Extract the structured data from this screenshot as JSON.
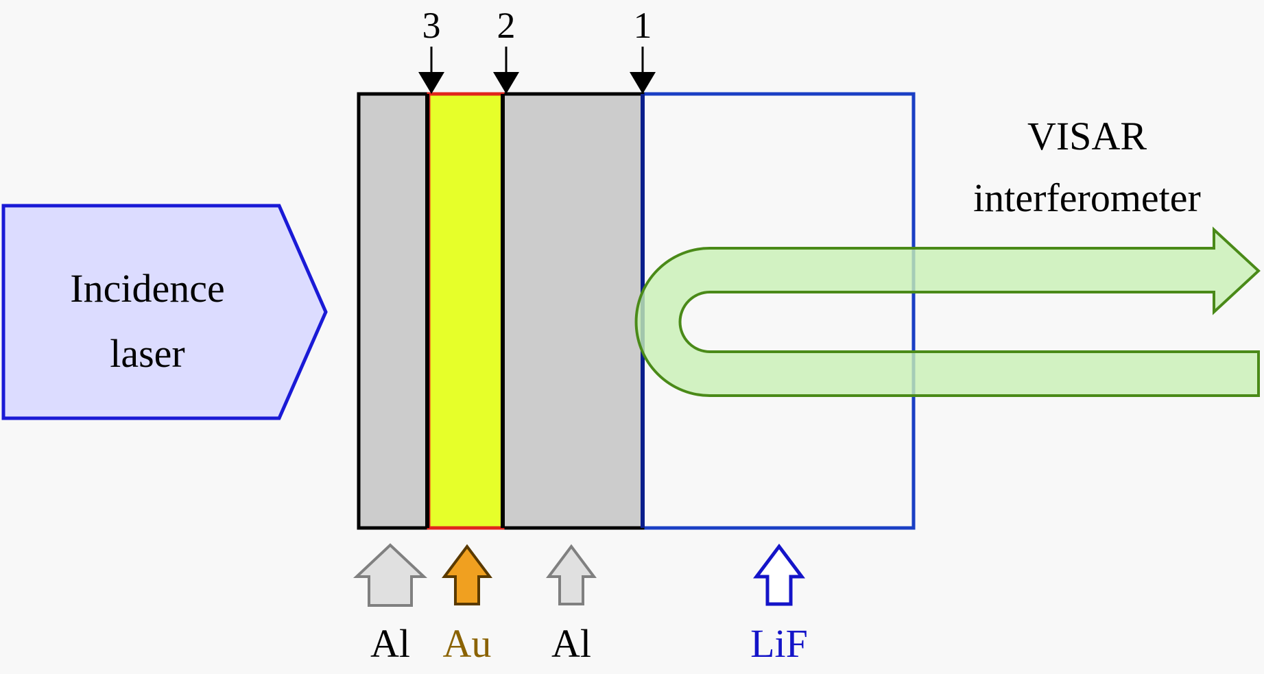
{
  "laser": {
    "label_line1": "Incidence",
    "label_line2": "laser"
  },
  "visar": {
    "label_line1": "VISAR",
    "label_line2": "interferometer"
  },
  "interfaces": {
    "marker_1": "1",
    "marker_2": "2",
    "marker_3": "3"
  },
  "layers": [
    {
      "label": "Al",
      "color": "#cccccc",
      "label_color": "#000000"
    },
    {
      "label": "Au",
      "color": "#e6ff2a",
      "label_color": "#8a6200"
    },
    {
      "label": "Al",
      "color": "#cccccc",
      "label_color": "#000000"
    },
    {
      "label": "LiF",
      "color": "#f8f8f8",
      "label_color": "#1414c8"
    }
  ],
  "colors": {
    "laser_fill": "#dcdcff",
    "laser_stroke": "#1a1ad6",
    "lif_stroke": "#1a3fc4",
    "au_stroke": "#e0261c",
    "beam_fill": "#c8f0b4",
    "beam_stroke": "#4a8a18",
    "arrow_al": "#e0e0e0",
    "arrow_au": "#f0a020",
    "arrow_lif": "#ffffff"
  }
}
